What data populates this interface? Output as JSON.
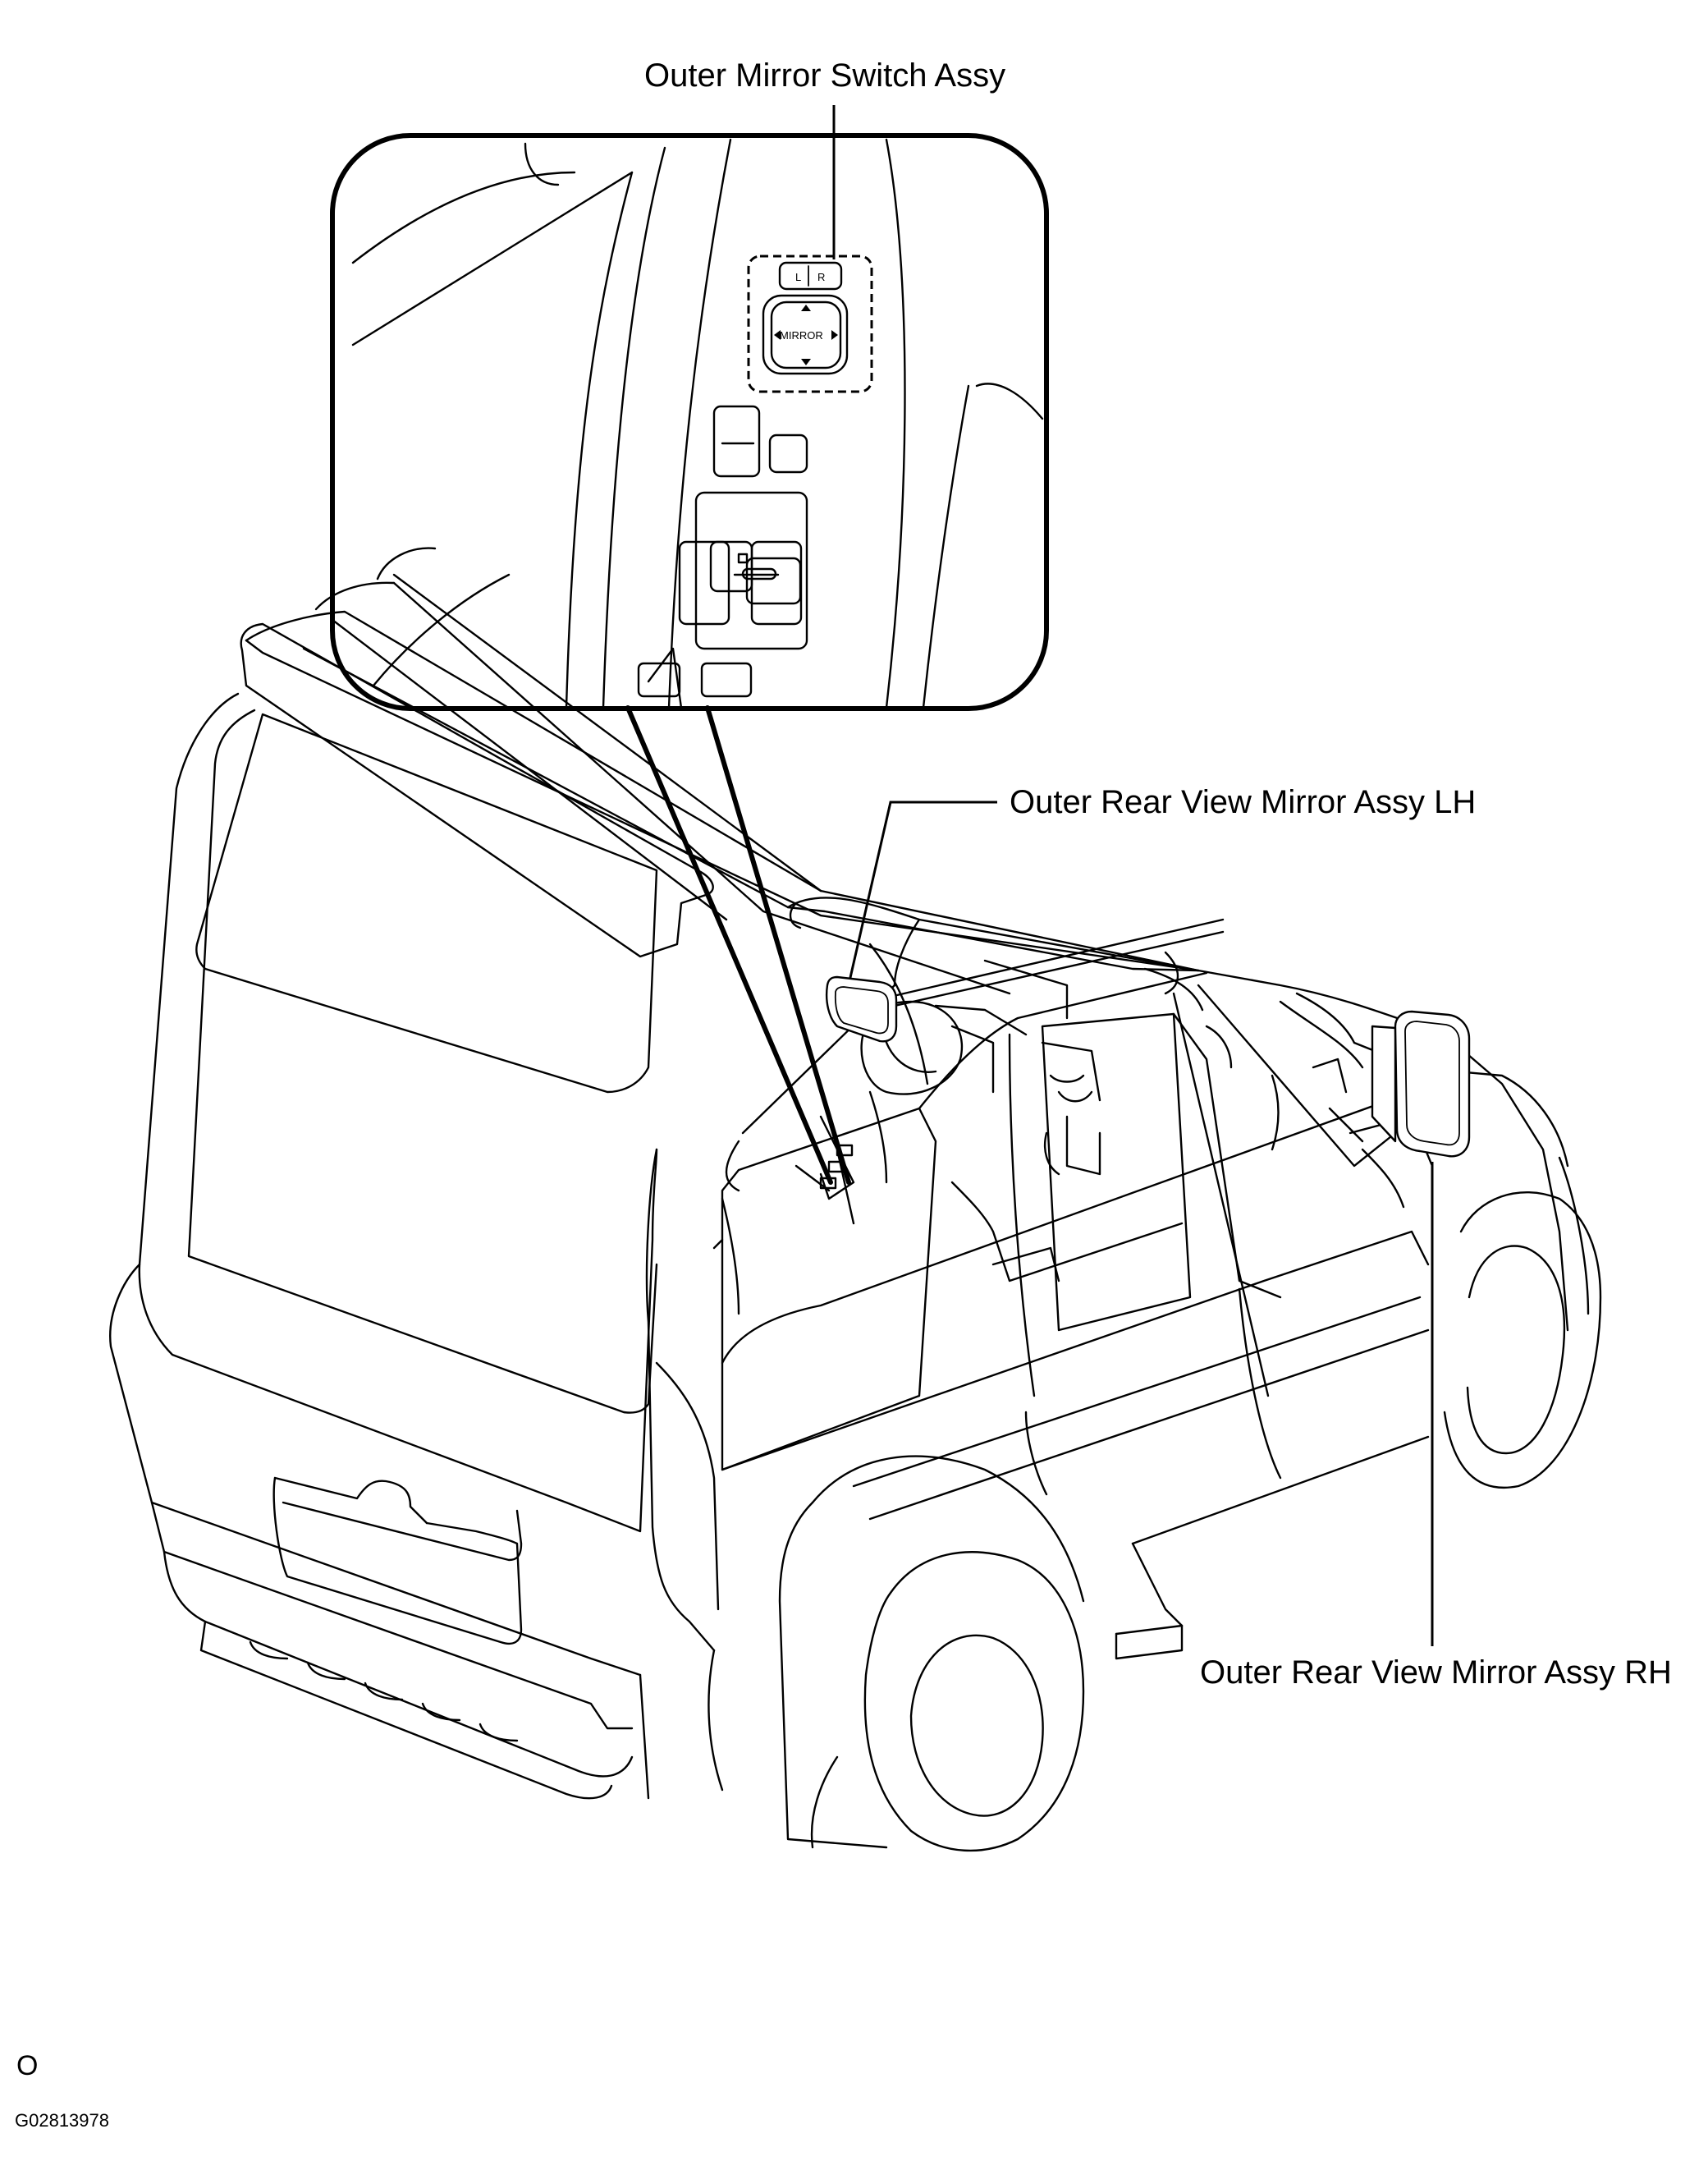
{
  "labels": {
    "switch_assy": "Outer Mirror Switch Assy",
    "mirror_lh": "Outer Rear View Mirror Assy LH",
    "mirror_rh": "Outer Rear View Mirror Assy RH"
  },
  "switch": {
    "left_key": "L",
    "right_key": "R",
    "knob_label": "MIRROR"
  },
  "footer": {
    "marker": "O",
    "code": "G02813978"
  }
}
